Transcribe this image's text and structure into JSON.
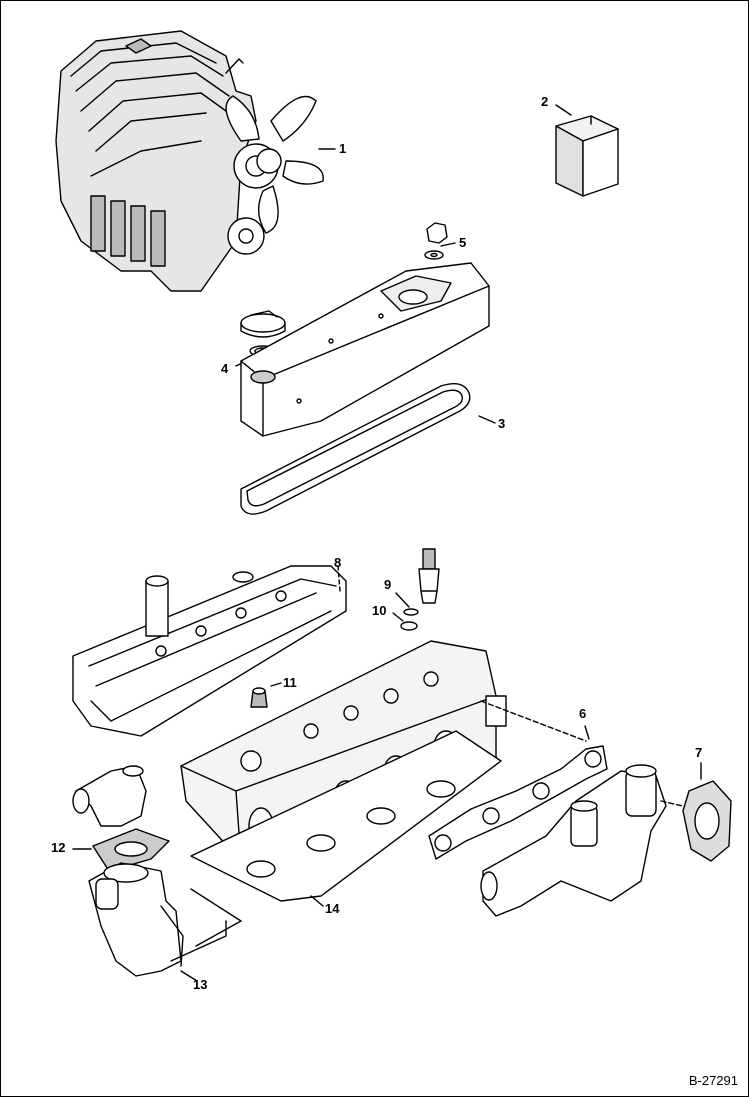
{
  "figure_id": "B-27291",
  "callouts": [
    "1",
    "2",
    "3",
    "4",
    "5",
    "6",
    "7",
    "8",
    "9",
    "10",
    "11",
    "12",
    "13",
    "14"
  ],
  "colors": {
    "ink": "#000000",
    "paper": "#ffffff",
    "shade": "#d9d9d9"
  }
}
